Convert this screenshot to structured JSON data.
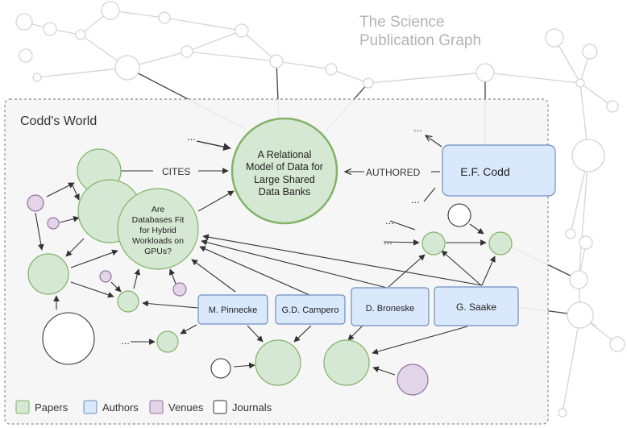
{
  "graph_title_line1": "The Science",
  "graph_title_line2": "Publication Graph",
  "world_title": "Codd's World",
  "main_paper": [
    "A Relational",
    "Model of Data for",
    "Large Shared",
    "Data Banks"
  ],
  "gpu_paper": [
    "Are",
    "Databases Fit",
    "for Hybrid",
    "Workloads on",
    "GPUs?"
  ],
  "edge_cites": "CITES",
  "edge_authored": "AUTHORED",
  "ellipsis": "...",
  "authors": {
    "codd": "E.F. Codd",
    "pinnecke": "M. Pinnecke",
    "campero": "G.D. Campero",
    "broneske": "D. Broneske",
    "saake": "G. Saake"
  },
  "legend": {
    "papers": "Papers",
    "authors": "Authors",
    "venues": "Venues",
    "journals": "Journals"
  },
  "colors": {
    "paper_fill": "#d5e8d4",
    "paper_stroke": "#82b366",
    "author_fill": "#dae8fc",
    "author_stroke": "#6c8ebf",
    "venue_fill": "#e1d5e7",
    "venue_stroke": "#9673a6",
    "background_graph": "#d6d6d6",
    "title_gray": "#b3b3b3"
  }
}
